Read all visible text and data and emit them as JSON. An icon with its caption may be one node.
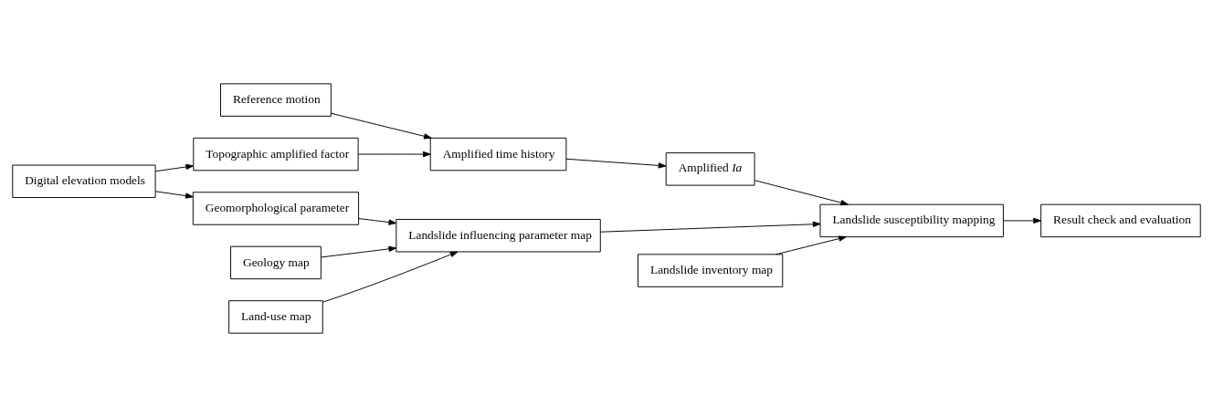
{
  "diagram": {
    "nodes": [
      {
        "text": [
          "Reference motion"
        ]
      },
      {
        "text": [
          "Digital elevation models"
        ]
      },
      {
        "text": [
          "Topographic amplified factor"
        ]
      },
      {
        "text": [
          "Geomorphological parameter"
        ]
      },
      {
        "text": [
          "Amplified time history"
        ]
      },
      {
        "text": [
          "Amplified *Ia*"
        ]
      },
      {
        "text": [
          "Geology map"
        ]
      },
      {
        "text": [
          "Land-use map"
        ]
      },
      {
        "text": [
          "Landslide influencing parameter map"
        ]
      },
      {
        "text": [
          "Landslide inventory map"
        ]
      },
      {
        "text": [
          "Landslide susceptibility mapping"
        ]
      },
      {
        "text": [
          "Result check and evaluation"
        ]
      }
    ],
    "edges": [
      {
        "from": 0,
        "to": 4,
        "arrow": "to"
      },
      {
        "from": 1,
        "to": 2,
        "arrow": "to"
      },
      {
        "from": 1,
        "to": 3,
        "arrow": "to"
      },
      {
        "from": 2,
        "to": 4,
        "arrow": "to"
      },
      {
        "from": 4,
        "to": 5,
        "arrow": "to"
      },
      {
        "from": 3,
        "to": 8,
        "arrow": "to"
      },
      {
        "from": 6,
        "to": 8,
        "arrow": "to"
      },
      {
        "from": 7,
        "to": 8,
        "arrow": "to"
      },
      {
        "from": 5,
        "to": 10,
        "arrow": "to"
      },
      {
        "from": 8,
        "to": 10,
        "arrow": "to"
      },
      {
        "from": 9,
        "to": 10,
        "arrow": "to"
      },
      {
        "from": 10,
        "to": 11,
        "arrow": "to"
      }
    ]
  }
}
